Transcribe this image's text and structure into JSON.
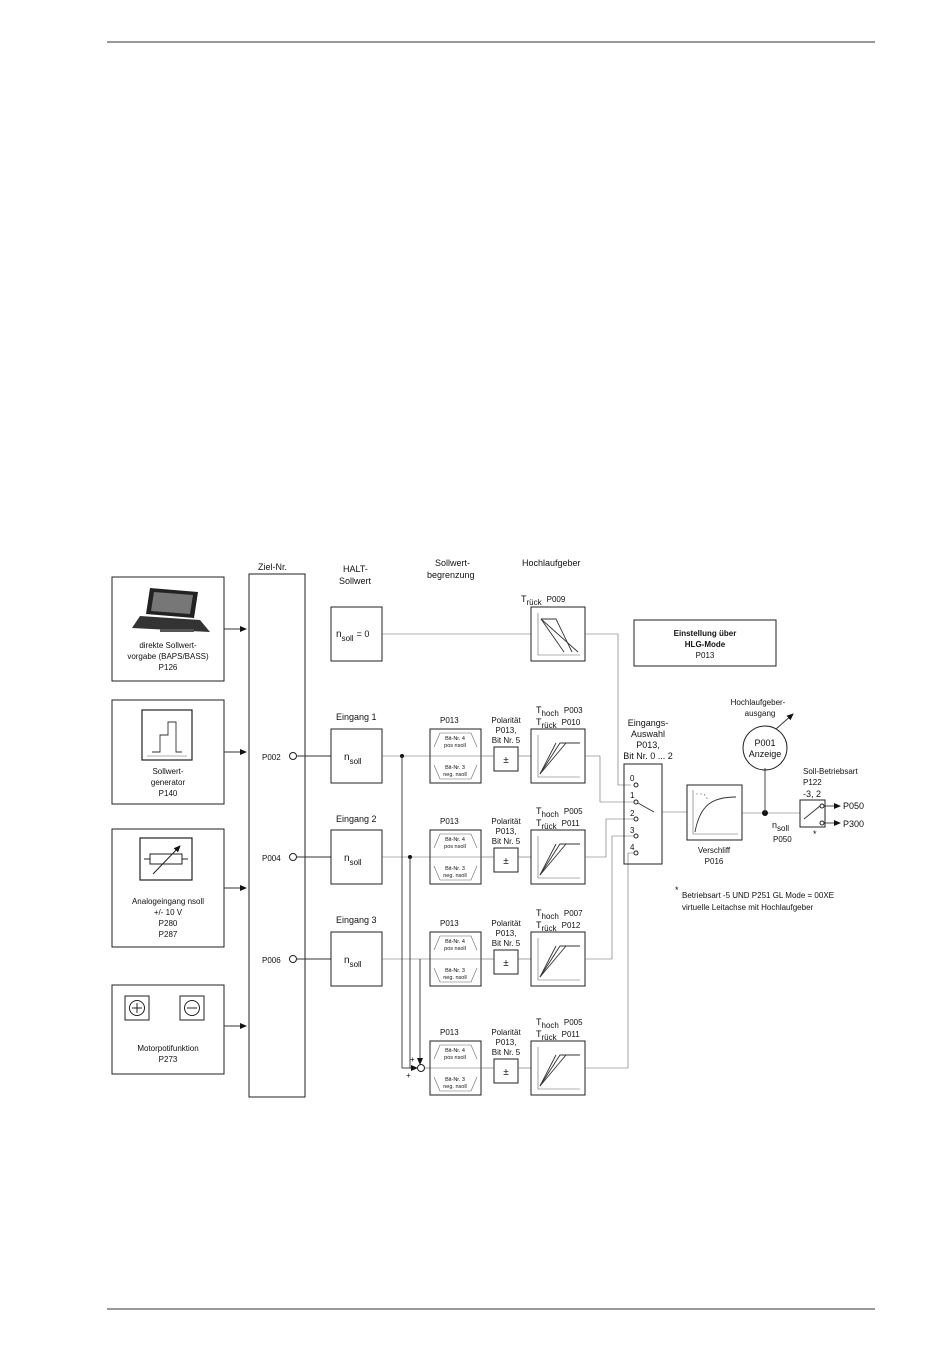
{
  "labels": {
    "ziel": "Ziel-Nr.",
    "halt": "HALT-",
    "sollwert": "Sollwert",
    "sollwert_top": "Sollwert-",
    "begrenzung": "begrenzung",
    "hochlaufgeber": "Hochlaufgeber",
    "einstellung1": "Einstellung über",
    "einstellung2": "HLG-Mode",
    "einstellung3": "P013",
    "eingangs1": "Eingangs-",
    "eingangs2": "Auswahl",
    "eingangs3": "P013,",
    "eingangs4": "Bit Nr. 0 ... 2",
    "hlg_out1": "Hochlaufgeber-",
    "hlg_out2": "ausgang",
    "anzeige1": "P001",
    "anzeige2": "Anzeige",
    "verschliff": "Verschliff",
    "verschliff_p": "P016",
    "soll_betrieb": "Soll-Betriebsart",
    "p122": "P122",
    "p122_val": "-3, 2",
    "p050": "P050",
    "p300": "P300",
    "n": "n",
    "soll": "soll",
    "p050_small": "P050",
    "star": "*",
    "footnote1": "Betriebsart -5 UND P251 GL Mode = 00XE",
    "footnote2": "virtuelle Leitachse mit Hochlaufgeber",
    "nsoll_eq": "= 0",
    "t": "T",
    "rueck": "rück",
    "hoch": "hoch",
    "p009": "P009",
    "plus": "+",
    "pm": "±",
    "selector": [
      "0",
      "1",
      "2",
      "3",
      "4"
    ]
  },
  "sources": [
    {
      "lines": [
        "direkte Sollwert-",
        "vorgabe (BAPS/BASS)",
        "P126"
      ]
    },
    {
      "lines": [
        "Sollwert-",
        "generator",
        "P140"
      ]
    },
    {
      "lines": [
        "Analogeingang nsoll",
        "+/- 10 V",
        "P280",
        "P287"
      ]
    },
    {
      "lines": [
        "Motorpotifunktion",
        "P273"
      ]
    }
  ],
  "inputs": [
    {
      "title": "Eingang 1",
      "ziel": "P002"
    },
    {
      "title": "Eingang 2",
      "ziel": "P004"
    },
    {
      "title": "Eingang 3",
      "ziel": "P006"
    }
  ],
  "channels": [
    {
      "lim": "P013",
      "lim_up": [
        "Bit-Nr. 4",
        "pos nsoll"
      ],
      "lim_dn": [
        "Bit-Nr. 3",
        "neg. nsoll"
      ],
      "pol": [
        "Polarität",
        "P013,",
        "Bit Nr. 5"
      ],
      "p_hoch": "P003",
      "p_rueck": "P010"
    },
    {
      "lim": "P013",
      "lim_up": [
        "Bit-Nr. 4",
        "pos nsoll"
      ],
      "lim_dn": [
        "Bit-Nr. 3",
        "neg. nsoll"
      ],
      "pol": [
        "Polarität",
        "P013,",
        "Bit Nr. 5"
      ],
      "p_hoch": "P005",
      "p_rueck": "P011"
    },
    {
      "lim": "P013",
      "lim_up": [
        "Bit-Nr. 4",
        "pos nsoll"
      ],
      "lim_dn": [
        "Bit-Nr. 3",
        "neg. nsoll"
      ],
      "pol": [
        "Polarität",
        "P013,",
        "Bit Nr. 5"
      ],
      "p_hoch": "P007",
      "p_rueck": "P012"
    },
    {
      "lim": "P013",
      "lim_up": [
        "Bit-Nr. 4",
        "pos nsoll"
      ],
      "lim_dn": [
        "Bit-Nr. 3",
        "neg. nsoll"
      ],
      "pol": [
        "Polarität",
        "P013,",
        "Bit Nr. 5"
      ],
      "p_hoch": "P005",
      "p_rueck": "P011"
    }
  ]
}
